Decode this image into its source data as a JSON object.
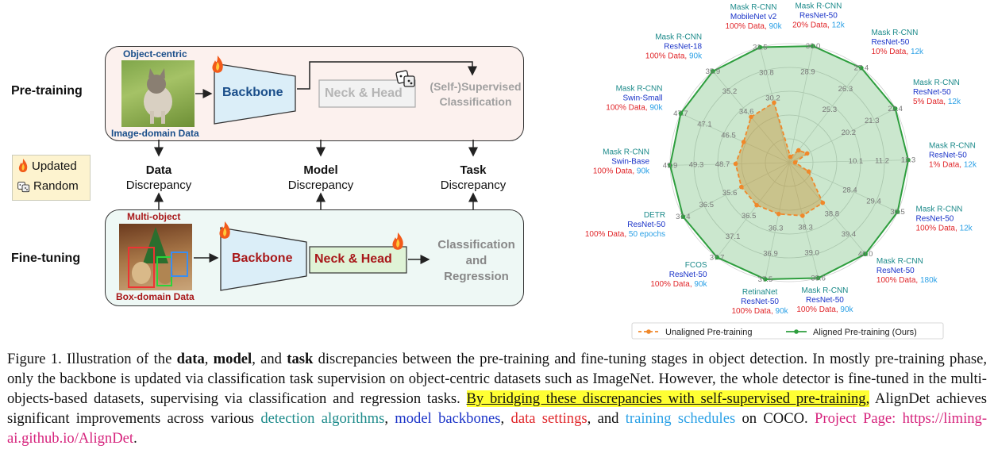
{
  "figure": {
    "pretraining": {
      "stage_label": "Pre-training",
      "image_top_label": "Object-centric",
      "image_bottom_label": "Image-domain Data",
      "backbone_label": "Backbone",
      "neck_head_label": "Neck & Head",
      "task_label_line1": "(Self-)Supervised",
      "task_label_line2": "Classification"
    },
    "finetuning": {
      "stage_label": "Fine-tuning",
      "image_top_label": "Multi-object",
      "image_bottom_label": "Box-domain Data",
      "backbone_label": "Backbone",
      "neck_head_label": "Neck & Head",
      "task_label_line1": "Classification",
      "task_label_line2": "and",
      "task_label_line3": "Regression"
    },
    "discrepancies": [
      {
        "bold": "Data",
        "rest": "Discrepancy"
      },
      {
        "bold": "Model",
        "rest": "Discrepancy"
      },
      {
        "bold": "Task",
        "rest": "Discrepancy"
      }
    ],
    "legend": {
      "updated": "Updated",
      "random": "Random",
      "updated_icon": "fire-icon",
      "random_icon": "dice-icon"
    }
  },
  "chart_data": {
    "type": "radar",
    "axes": [
      {
        "algo": "Mask R-CNN",
        "backbone": "ResNet-50",
        "data": "20% Data,",
        "schedule": "12k",
        "ticks": [
          "30.0",
          "28.9"
        ]
      },
      {
        "algo": "Mask R-CNN",
        "backbone": "ResNet-50",
        "data": "10% Data,",
        "schedule": "12k",
        "ticks": [
          "27.4",
          "26.3",
          "25.3"
        ]
      },
      {
        "algo": "Mask R-CNN",
        "backbone": "ResNet-50",
        "data": "5% Data,",
        "schedule": "12k",
        "ticks": [
          "22.4",
          "21.3",
          "20.2"
        ]
      },
      {
        "algo": "Mask R-CNN",
        "backbone": "ResNet-50",
        "data": "1% Data,",
        "schedule": "12k",
        "ticks": [
          "12.3",
          "11.2",
          "10.1"
        ]
      },
      {
        "algo": "Mask R-CNN",
        "backbone": "ResNet-50",
        "data": "100% Data,",
        "schedule": "12k",
        "ticks": [
          "30.5",
          "29.4",
          "28.4"
        ]
      },
      {
        "algo": "Mask R-CNN",
        "backbone": "ResNet-50",
        "data": "100% Data,",
        "schedule": "180k",
        "ticks": [
          "40.0",
          "39.4",
          "38.8"
        ]
      },
      {
        "algo": "Mask R-CNN",
        "backbone": "ResNet-50",
        "data": "100% Data,",
        "schedule": "90k",
        "ticks": [
          "39.6",
          "39.0",
          "38.3"
        ]
      },
      {
        "algo": "RetinaNet",
        "backbone": "ResNet-50",
        "data": "100% Data,",
        "schedule": "90k",
        "ticks": [
          "37.5",
          "36.9",
          "36.3"
        ]
      },
      {
        "algo": "FCOS",
        "backbone": "ResNet-50",
        "data": "100% Data,",
        "schedule": "90k",
        "ticks": [
          "37.7",
          "37.1",
          "36.5"
        ]
      },
      {
        "algo": "DETR",
        "backbone": "ResNet-50",
        "data": "100% Data,",
        "schedule": "50 epochs",
        "ticks": [
          "37.4",
          "36.5",
          "35.6"
        ]
      },
      {
        "algo": "Mask R-CNN",
        "backbone": "Swin-Base",
        "data": "100% Data,",
        "schedule": "90k",
        "ticks": [
          "49.9",
          "49.3",
          "48.7"
        ]
      },
      {
        "algo": "Mask R-CNN",
        "backbone": "Swin-Small",
        "data": "100% Data,",
        "schedule": "90k",
        "ticks": [
          "47.7",
          "47.1",
          "46.5"
        ]
      },
      {
        "algo": "Mask R-CNN",
        "backbone": "ResNet-18",
        "data": "100% Data,",
        "schedule": "90k",
        "ticks": [
          "35.9",
          "35.2",
          "34.6"
        ]
      },
      {
        "algo": "Mask R-CNN",
        "backbone": "MobileNet v2",
        "data": "100% Data,",
        "schedule": "90k",
        "ticks": [
          "31.5",
          "30.8",
          "30.2"
        ]
      }
    ],
    "series": [
      {
        "name": "Unaligned Pre-training",
        "color": "#f0882a",
        "values_norm": [
          0.05,
          0.13,
          0.17,
          0.05,
          0.18,
          0.44,
          0.46,
          0.44,
          0.45,
          0.45,
          0.45,
          0.42,
          0.5,
          0.52
        ]
      },
      {
        "name": "Aligned Pre-training (Ours)",
        "color": "#2e9e3e",
        "values_norm": [
          1,
          1,
          1,
          1,
          1,
          1,
          1,
          1,
          1,
          1,
          1,
          1,
          1,
          1
        ]
      }
    ],
    "colors": {
      "algo": "#1c8a8a",
      "backbone": "#1a33c8",
      "data": "#e0262a",
      "schedule": "#2aa0e6"
    }
  },
  "caption": {
    "prefix": "Figure 1. Illustration of the ",
    "b1": "data",
    "s1": ", ",
    "b2": "model",
    "s2": ", and ",
    "b3": "task",
    "s3": " discrepancies between the pre-training and fine-tuning stages in object detection. In mostly pre-training phase, only the backbone is updated via classification task supervision on object-centric datasets such as ImageNet. However, the whole detector is fine-tuned in the multi-objects-based datasets, supervising via classification and regression tasks. ",
    "highlight": "By bridging these discrepancies with self-supervised pre-training,",
    "s4": " AlignDet achieves significant improvements across various ",
    "teal": "detection algorithms",
    "s5": ", ",
    "blue": "model backbones",
    "s6": ", ",
    "red": "data settings",
    "s7": ", and ",
    "sky": "training schedules",
    "s8": " on COCO. ",
    "pink": "Project Page: https://liming-ai.github.io/AlignDet",
    "end": "."
  }
}
